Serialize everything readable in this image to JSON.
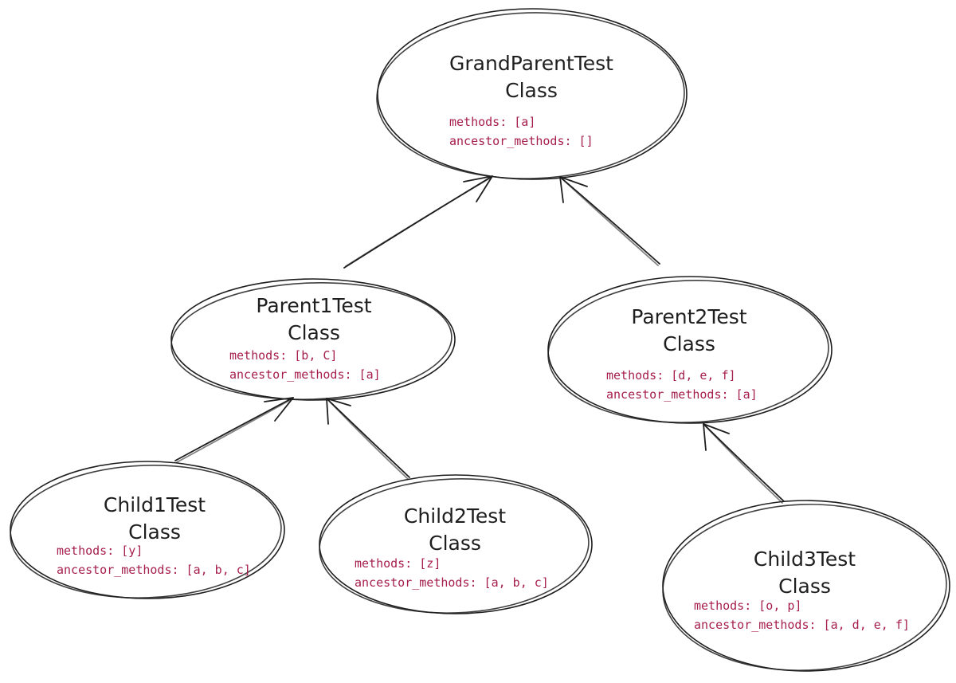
{
  "diagram": {
    "text_color": "#1e1e1e",
    "attr_color": "#a61e4d",
    "nodes": [
      {
        "id": "grandparent",
        "title_line1": "GrandParentTest",
        "title_line2": "Class",
        "methods": "methods: [a]",
        "ancestor_methods": "ancestor_methods: []"
      },
      {
        "id": "parent1",
        "title_line1": "Parent1Test",
        "title_line2": "Class",
        "methods": "methods: [b, C]",
        "ancestor_methods": "ancestor_methods: [a]"
      },
      {
        "id": "parent2",
        "title_line1": "Parent2Test",
        "title_line2": "Class",
        "methods": "methods: [d, e, f]",
        "ancestor_methods": "ancestor_methods: [a]"
      },
      {
        "id": "child1",
        "title_line1": "Child1Test",
        "title_line2": "Class",
        "methods": "methods: [y]",
        "ancestor_methods": "ancestor_methods: [a, b, c]"
      },
      {
        "id": "child2",
        "title_line1": "Child2Test",
        "title_line2": "Class",
        "methods": "methods: [z]",
        "ancestor_methods": "ancestor_methods: [a, b, c]"
      },
      {
        "id": "child3",
        "title_line1": "Child3Test",
        "title_line2": "Class",
        "methods": "methods: [o, p]",
        "ancestor_methods": "ancestor_methods: [a, d, e, f]"
      }
    ],
    "edges": [
      {
        "from": "parent1",
        "to": "grandparent"
      },
      {
        "from": "parent2",
        "to": "grandparent"
      },
      {
        "from": "child1",
        "to": "parent1"
      },
      {
        "from": "child2",
        "to": "parent1"
      },
      {
        "from": "child3",
        "to": "parent2"
      }
    ]
  }
}
